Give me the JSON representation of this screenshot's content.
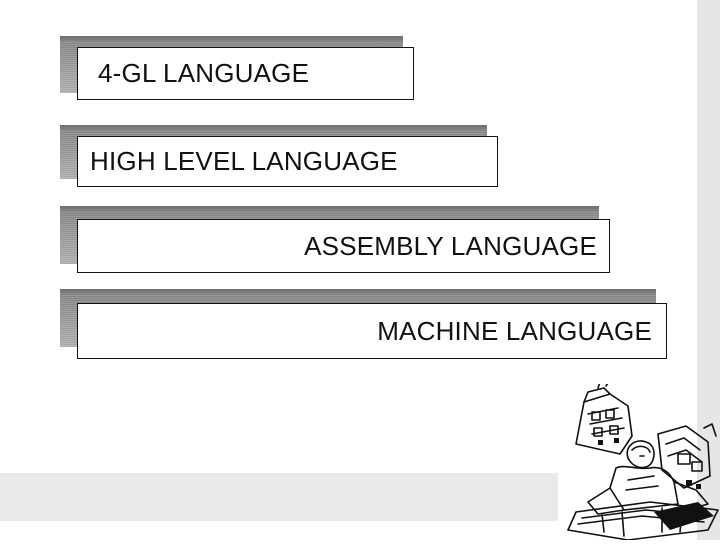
{
  "layers": [
    {
      "label": "4-GL LANGUAGE"
    },
    {
      "label": "HIGH LEVEL LANGUAGE"
    },
    {
      "label": "ASSEMBLY LANGUAGE"
    },
    {
      "label": "MACHINE LANGUAGE"
    }
  ],
  "clipart": {
    "icon": "programmer-with-computer-icon"
  }
}
